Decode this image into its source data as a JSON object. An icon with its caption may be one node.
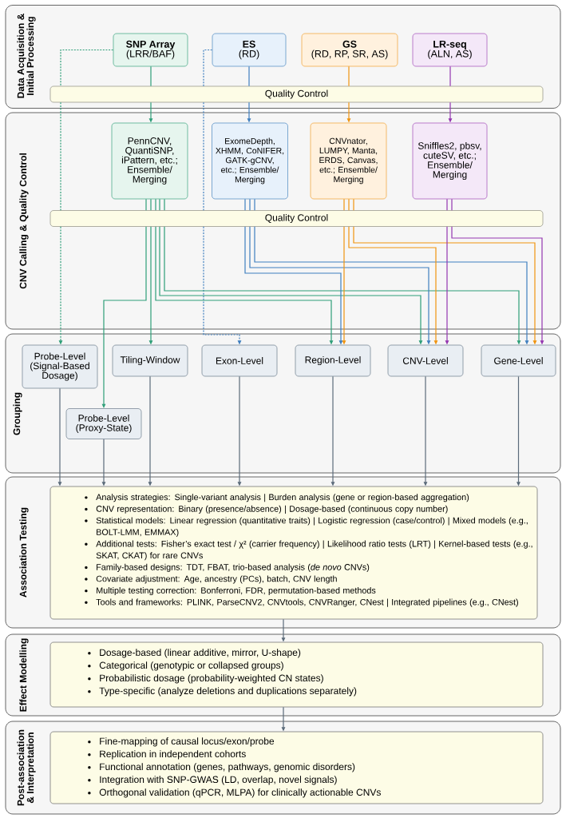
{
  "diagram": {
    "nodes": [
      {
        "text": [
          "Data Acquisition & Initial Processing"
        ]
      },
      {
        "text": [
          "SNP Array",
          "(LRR/BAF)"
        ],
        "in": 0
      },
      {
        "text": [
          "ES",
          "(RD)"
        ],
        "in": 0
      },
      {
        "text": [
          "GS",
          "(RD, RP, SR, AS)"
        ],
        "in": 0
      },
      {
        "text": [
          "LR-seq",
          "(ALN, AS)"
        ],
        "in": 0
      },
      {
        "text": [
          "Quality Control"
        ],
        "in": 0
      },
      {
        "text": [
          "CNV Calling & Quality Control"
        ]
      },
      {
        "text": [
          "PennCNV, QuantiSNP, iPattern, etc.; Ensemble/ Merging"
        ],
        "in": 6
      },
      {
        "text": [
          "ExomeDepth, XHMM, CoNIFER, GATK-gCNV, etc.; Ensemble/ Merging"
        ],
        "in": 6
      },
      {
        "text": [
          "CNVnator, LUMPY, Manta, ERDS, Canvas, etc.; Ensemble/ Merging"
        ],
        "in": 6
      },
      {
        "text": [
          "Sniffles2, pbsv, cuteSV, etc.; Ensemble/ Merging"
        ],
        "in": 6
      },
      {
        "text": [
          "Quality Control"
        ],
        "in": 6
      },
      {
        "text": [
          "Grouping"
        ]
      },
      {
        "text": [
          "Probe-Level (Signal-Based Dosage)"
        ],
        "in": 12
      },
      {
        "text": [
          "Tiling-Window"
        ],
        "in": 12
      },
      {
        "text": [
          "Exon-Level"
        ],
        "in": 12
      },
      {
        "text": [
          "Region-Level"
        ],
        "in": 12
      },
      {
        "text": [
          "CNV-Level"
        ],
        "in": 12
      },
      {
        "text": [
          "Gene-Level"
        ],
        "in": 12
      },
      {
        "text": [
          "Probe-Level (Proxy-State)"
        ],
        "in": 12
      },
      {
        "text": [
          "Association Testing"
        ]
      },
      {
        "text": [
          "Analysis strategies: Single-variant analysis | Burden analysis (gene or region-based aggregation)",
          "CNV representation: Binary (presence/absence) | Dosage-based (continuous copy number)",
          "Statistical models: Linear regression (quantitative traits) | Logistic regression (case/control) | Mixed models (e.g., BOLT-LMM, EMMAX)",
          "Additional tests: Fisher’s exact test / χ² (carrier frequency) | Likelihood ratio tests (LRT) | Kernel-based tests (e.g., SKAT, CKAT) for rare CNVs",
          "Family-based designs: TDT, FBAT, trio-based analysis (*de novo* CNVs)",
          "Covariate adjustment: Age, ancestry (PCs), batch, CNV length",
          "Multiple testing correction: Bonferroni, FDR, permutation-based methods",
          "Tools and frameworks: PLINK, ParseCNV2, CNVtools, CNVRanger, CNest | Integrated pipelines (e.g., CNest)"
        ],
        "in": 20
      },
      {
        "text": [
          "Effect Modelling"
        ]
      },
      {
        "text": [
          "Dosage-based (linear additive, mirror, U-shape)",
          "Categorical (genotypic or collapsed groups)",
          "Probabilistic dosage (probability-weighted CN states)",
          "Type-specific (analyze deletions and duplications separately)"
        ],
        "in": 22
      },
      {
        "text": [
          "Post-association & Interpretation"
        ]
      },
      {
        "text": [
          "Fine-mapping of causal locus/exon/probe",
          "Replication in independent cohorts",
          "Functional annotation (genes, pathways, genomic disorders)",
          "Integration with SNP-GWAS (LD, overlap, novel signals)",
          "Orthogonal validation (qPCR, MLPA) for clinically actionable CNVs"
        ],
        "in": 24
      }
    ],
    "edges": [
      {
        "from": 1,
        "to": 5,
        "arrow": "none",
        "color": "#2e9e78"
      },
      {
        "from": 5,
        "to": 7,
        "arrow": "to",
        "color": "#2e9e78"
      },
      {
        "from": 2,
        "to": 5,
        "arrow": "none",
        "color": "#3f7fbf"
      },
      {
        "from": 5,
        "to": 8,
        "arrow": "to",
        "color": "#3f7fbf"
      },
      {
        "from": 3,
        "to": 5,
        "arrow": "none",
        "color": "#f0940f"
      },
      {
        "from": 5,
        "to": 9,
        "arrow": "to",
        "color": "#f0940f"
      },
      {
        "from": 4,
        "to": 5,
        "arrow": "none",
        "color": "#9436b0"
      },
      {
        "from": 5,
        "to": 10,
        "arrow": "to",
        "color": "#9436b0"
      },
      {
        "from": 1,
        "to": 5,
        "arrow": "none",
        "style": "dashed",
        "color": "#2e9e78"
      },
      {
        "from": 5,
        "to": 11,
        "arrow": "none",
        "style": "dashed",
        "color": "#2e9e78"
      },
      {
        "from": 11,
        "to": 13,
        "arrow": "to",
        "style": "dashed",
        "color": "#2e9e78"
      },
      {
        "from": 2,
        "to": 5,
        "arrow": "none",
        "style": "dashed",
        "color": "#3f7fbf"
      },
      {
        "from": 5,
        "to": 11,
        "arrow": "none",
        "style": "dashed",
        "color": "#3f7fbf"
      },
      {
        "from": 11,
        "to": 15,
        "arrow": "to",
        "style": "dashed",
        "color": "#3f7fbf"
      },
      {
        "from": 7,
        "to": 11,
        "arrow": "none",
        "color": "#2e9e78"
      },
      {
        "from": 7,
        "to": 11,
        "arrow": "none",
        "color": "#2e9e78"
      },
      {
        "from": 7,
        "to": 11,
        "arrow": "none",
        "color": "#2e9e78"
      },
      {
        "from": 7,
        "to": 11,
        "arrow": "none",
        "color": "#2e9e78"
      },
      {
        "from": 7,
        "to": 11,
        "arrow": "none",
        "color": "#2e9e78"
      },
      {
        "from": 8,
        "to": 11,
        "arrow": "none",
        "color": "#3f7fbf"
      },
      {
        "from": 8,
        "to": 11,
        "arrow": "none",
        "color": "#3f7fbf"
      },
      {
        "from": 8,
        "to": 11,
        "arrow": "none",
        "color": "#3f7fbf"
      },
      {
        "from": 9,
        "to": 11,
        "arrow": "none",
        "color": "#f0940f"
      },
      {
        "from": 9,
        "to": 11,
        "arrow": "none",
        "color": "#f0940f"
      },
      {
        "from": 9,
        "to": 11,
        "arrow": "none",
        "color": "#f0940f"
      },
      {
        "from": 10,
        "to": 11,
        "arrow": "none",
        "color": "#9436b0"
      },
      {
        "from": 10,
        "to": 11,
        "arrow": "none",
        "color": "#9436b0"
      },
      {
        "from": 11,
        "to": 19,
        "arrow": "to",
        "color": "#2e9e78"
      },
      {
        "from": 11,
        "to": 14,
        "arrow": "to",
        "color": "#2e9e78"
      },
      {
        "from": 11,
        "to": 16,
        "arrow": "to",
        "color": "#2e9e78"
      },
      {
        "from": 11,
        "to": 17,
        "arrow": "to",
        "color": "#2e9e78"
      },
      {
        "from": 11,
        "to": 18,
        "arrow": "to",
        "color": "#2e9e78"
      },
      {
        "from": 11,
        "to": 16,
        "arrow": "to",
        "color": "#3f7fbf"
      },
      {
        "from": 11,
        "to": 17,
        "arrow": "to",
        "color": "#3f7fbf"
      },
      {
        "from": 11,
        "to": 18,
        "arrow": "to",
        "color": "#3f7fbf"
      },
      {
        "from": 11,
        "to": 16,
        "arrow": "to",
        "color": "#f0940f"
      },
      {
        "from": 11,
        "to": 17,
        "arrow": "to",
        "color": "#f0940f"
      },
      {
        "from": 11,
        "to": 18,
        "arrow": "to",
        "color": "#f0940f"
      },
      {
        "from": 11,
        "to": 17,
        "arrow": "to",
        "color": "#9436b0"
      },
      {
        "from": 11,
        "to": 18,
        "arrow": "to",
        "color": "#9436b0"
      },
      {
        "from": 13,
        "to": 21,
        "arrow": "to"
      },
      {
        "from": 19,
        "to": 21,
        "arrow": "to"
      },
      {
        "from": 14,
        "to": 21,
        "arrow": "to"
      },
      {
        "from": 15,
        "to": 21,
        "arrow": "to"
      },
      {
        "from": 16,
        "to": 21,
        "arrow": "to"
      },
      {
        "from": 17,
        "to": 21,
        "arrow": "to"
      },
      {
        "from": 18,
        "to": 21,
        "arrow": "to"
      },
      {
        "from": 21,
        "to": 23,
        "arrow": "to"
      },
      {
        "from": 23,
        "to": 25,
        "arrow": "to"
      }
    ]
  }
}
